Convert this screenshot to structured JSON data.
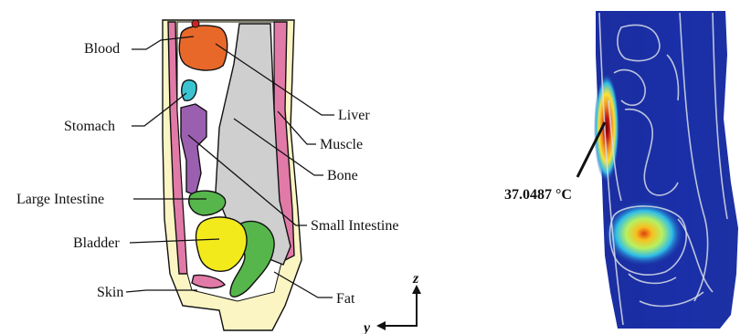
{
  "left_panel": {
    "labels_left": {
      "blood": "Blood",
      "stomach": "Stomach",
      "large_intestine": "Large Intestine",
      "bladder": "Bladder",
      "skin": "Skin"
    },
    "labels_right": {
      "liver": "Liver",
      "muscle": "Muscle",
      "bone": "Bone",
      "small_intestine": "Small Intestine",
      "fat": "Fat"
    },
    "axes": {
      "z": "z",
      "y": "y"
    },
    "colors": {
      "blood": "#e8682a",
      "stomach": "#3cc3d2",
      "liver_bone": "#cfcfcf",
      "muscle": "#e27aa8",
      "large_intestine": "#56b64b",
      "small_intestine": "#9b5fb0",
      "bladder": "#f3ea1c",
      "skin_fat": "#fbf5c4"
    }
  },
  "right_panel": {
    "temperature_label": "37.0487 °C",
    "colors": {
      "background": "#1a2fa8",
      "hot": "#c01010",
      "warm": "#f7e33a",
      "cool": "#2fbde8"
    }
  }
}
